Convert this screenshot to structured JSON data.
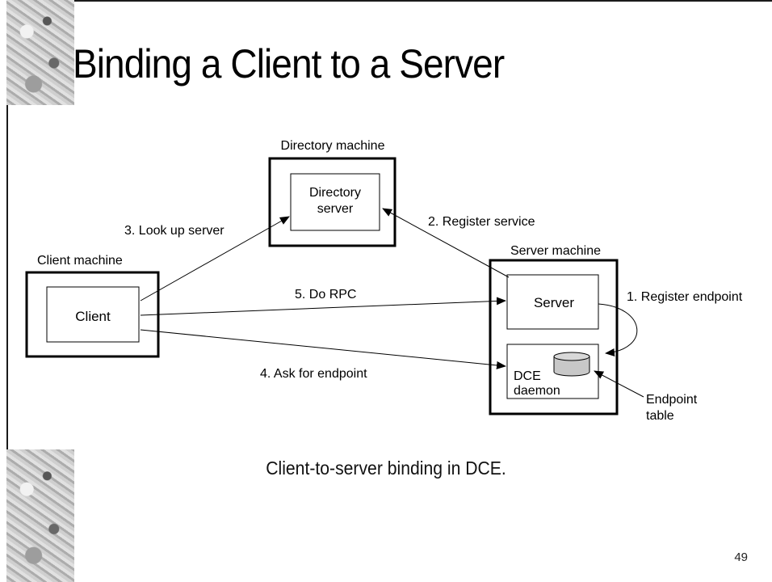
{
  "slide": {
    "title": "Binding a Client to a Server",
    "caption": "Client-to-server binding in DCE.",
    "page_number": "49"
  },
  "diagram": {
    "machines": {
      "directory": "Directory machine",
      "client": "Client machine",
      "server": "Server machine"
    },
    "processes": {
      "directory_server_line1": "Directory",
      "directory_server_line2": "server",
      "client": "Client",
      "server": "Server",
      "dce_daemon_line1": "DCE",
      "dce_daemon_line2": "daemon"
    },
    "steps": {
      "register_endpoint": "1. Register endpoint",
      "register_service": "2. Register service",
      "look_up_server": "3. Look up server",
      "ask_for_endpoint": "4. Ask for endpoint",
      "do_rpc": "5. Do RPC"
    },
    "endpoint_table_line1": "Endpoint",
    "endpoint_table_line2": "table"
  }
}
